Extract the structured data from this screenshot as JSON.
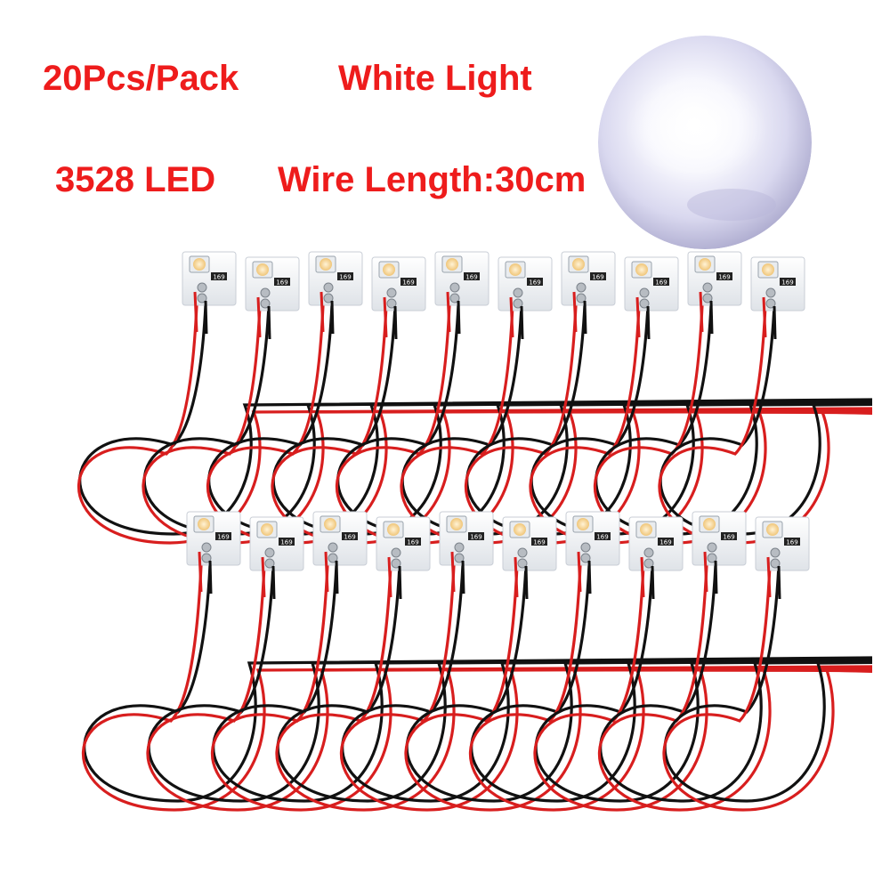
{
  "headlines": {
    "pack": "20Pcs/Pack",
    "color": "White Light",
    "led_type": "3528 LED",
    "wire_length": "Wire Length:30cm"
  },
  "board_marking": "169",
  "colors": {
    "headline_text": "#ee1c1c",
    "background": "#ffffff",
    "wire_red": "#d81e1e",
    "wire_black": "#111111",
    "pcb_white": "#f3f5f7",
    "led_chip": "#f7d59a",
    "glow_center": "#ffffff",
    "glow_edge": "#c9c8ea"
  },
  "layout_info": {
    "rows": 2,
    "modules_per_row": 10
  }
}
